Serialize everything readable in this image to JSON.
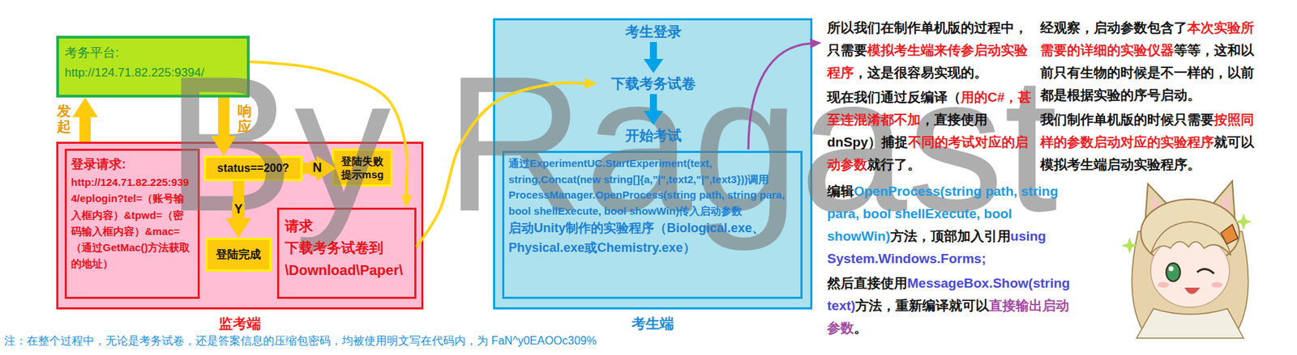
{
  "diagram": {
    "nodes": [
      {
        "text": [
          "考务平台:",
          "http://124.71.82.225:9394/"
        ]
      },
      {
        "text": [
          "监考端"
        ]
      },
      {
        "text": [
          "登录请求:",
          "http://124.71.82.225:9394/eplogin?tel=（账号输入框内容）&tpwd=（密码输入框内容）&mac=（通过GetMac()方法获取的地址）"
        ],
        "in": 1
      },
      {
        "text": [
          "status==200?"
        ],
        "in": 1
      },
      {
        "text": [
          "登陆失败 提示msg"
        ],
        "in": 1
      },
      {
        "text": [
          "登陆完成"
        ],
        "in": 1
      },
      {
        "text": [
          "请求",
          "下载考务试卷到 \\Download\\Paper\\"
        ],
        "in": 1
      },
      {
        "text": [
          "考生端"
        ]
      },
      {
        "text": [
          "考生登录"
        ],
        "in": 7
      },
      {
        "text": [
          "下载考务试卷"
        ],
        "in": 7
      },
      {
        "text": [
          "开始考试"
        ],
        "in": 7
      },
      {
        "text": [
          "通过ExperimentUC.StartExperiment(text, string.Concat(new string[]{a,\"|\",text2,\"|\",text3}))调用ProcessManager.OpenProcess(string path, string para, bool shellExecute, bool showWin)传入启动参数",
          "启动Unity制作的实验程序（Biological.exe、Physical.exe或Chemistry.exe）"
        ],
        "in": 7
      }
    ],
    "edges": [
      {
        "from": 1,
        "to": 0,
        "label": "发起",
        "arrow": "to"
      },
      {
        "from": 0,
        "to": 3,
        "label": "响应",
        "arrow": "to"
      },
      {
        "from": 3,
        "to": 4,
        "label": "N",
        "arrow": "to"
      },
      {
        "from": 3,
        "to": 5,
        "label": "Y",
        "arrow": "to"
      },
      {
        "from": 0,
        "to": 6,
        "arrow": "to"
      },
      {
        "from": 6,
        "to": 9,
        "arrow": "to"
      },
      {
        "from": 8,
        "to": 9,
        "arrow": "to"
      },
      {
        "from": 9,
        "to": 10,
        "arrow": "to"
      }
    ],
    "labels": [
      "By Ragast",
      "所以我们在制作单机版的过程中，只需要",
      "模拟考生端来传参启动实验程序",
      "，这是很容易实现的。",
      "现在我们通过反编译（",
      "用的C#，甚至连混淆都不加",
      "，直接使用dnSpy）捕捉",
      "不同的考试对应的启动参数",
      "就行了。",
      "编辑",
      "OpenProcess(string path, string para, bool shellExecute, bool showWin)",
      "方法，顶部加入引用",
      "using System.Windows.Forms;",
      "然后直接使用",
      "MessageBox.Show(string text)",
      "方法，重新编译就可以",
      "直接输出启动参数",
      "。",
      "经观察，启动参数包含了",
      "本次实验所需要的详细的实验仪器",
      "等等，这和以前只有生物的时候是不一样的，以前都是根据实验的序号启动。",
      "我们制作单机版的时候只需要",
      "按照同样的参数启动对应的实验程序",
      "就可以模拟考生端启动实验程序。",
      "注：在整个过程中，无论是考务试卷，还是答案信息的压缩包密码，均被使用明文写在代码内，为 FaN^y0EAOOc309%"
    ]
  }
}
